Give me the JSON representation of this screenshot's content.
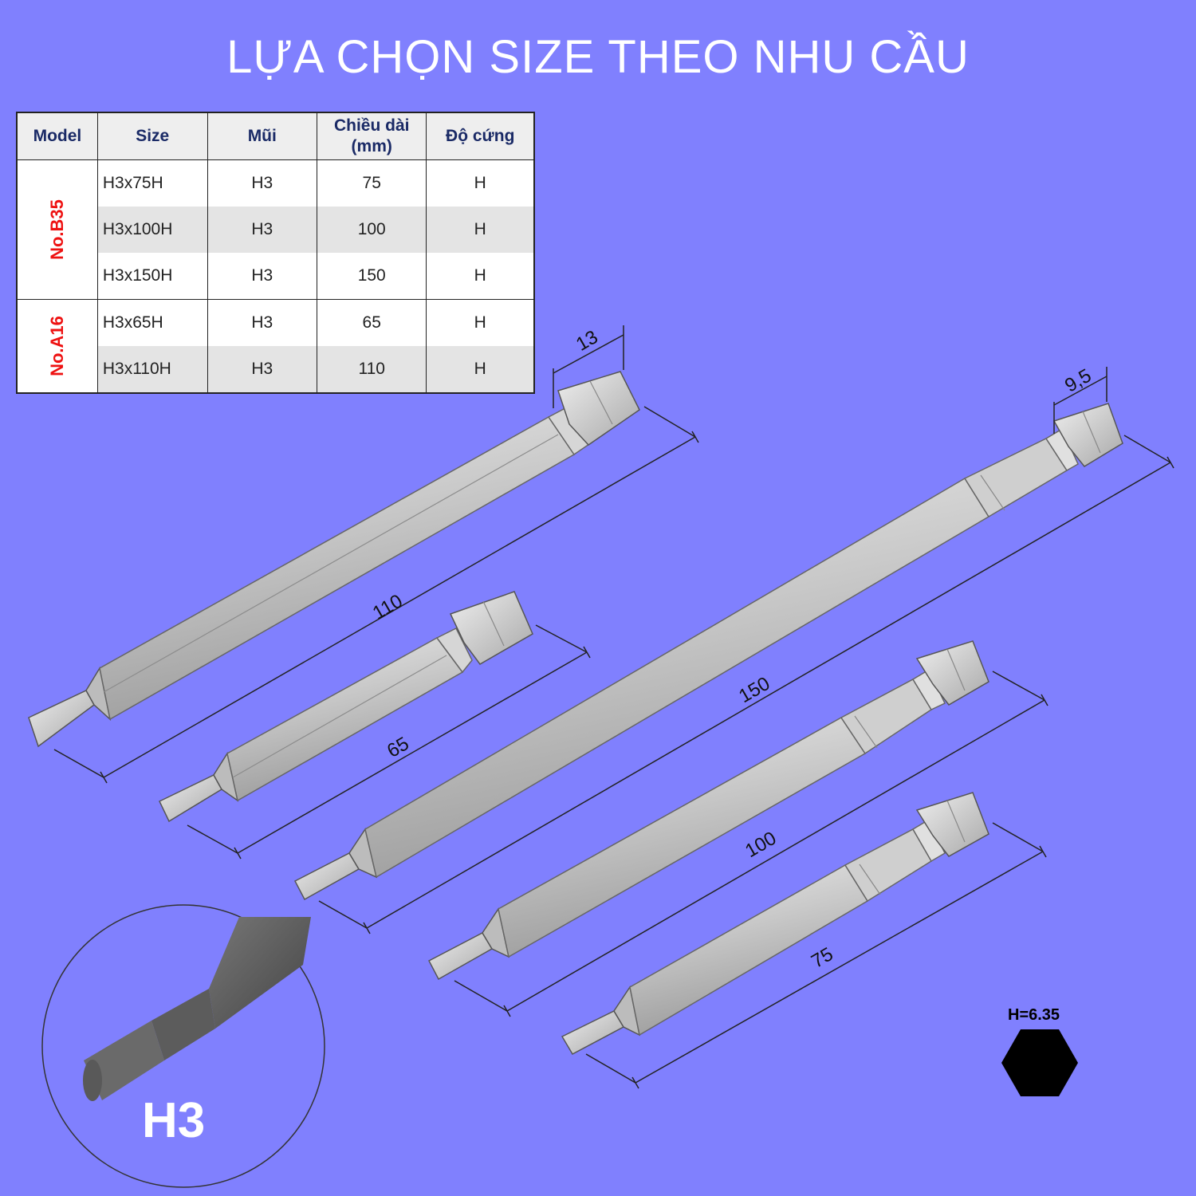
{
  "title": "LỰA CHỌN SIZE THEO NHU CẦU",
  "table": {
    "headers": [
      "Model",
      "Size",
      "Mũi",
      "Chiều dài\n(mm)",
      "Độ cứng"
    ],
    "groups": [
      {
        "model": "No.B35",
        "rows": [
          [
            "H3x75H",
            "H3",
            "75",
            "H"
          ],
          [
            "H3x100H",
            "H3",
            "100",
            "H"
          ],
          [
            "H3x150H",
            "H3",
            "150",
            "H"
          ]
        ]
      },
      {
        "model": "No.A16",
        "rows": [
          [
            "H3x65H",
            "H3",
            "65",
            "H"
          ],
          [
            "H3x110H",
            "H3",
            "110",
            "H"
          ]
        ]
      }
    ]
  },
  "dimensions": {
    "len_110": "110",
    "len_65": "65",
    "len_150": "150",
    "len_100": "100",
    "len_75": "75",
    "hex_13": "13",
    "hex_9_5": "9,5"
  },
  "tip_label": "H3",
  "hex_label": "H=6.35",
  "colors": {
    "background": "#8080fe",
    "model_label": "#ee1111",
    "header_text": "#1a2a66"
  }
}
